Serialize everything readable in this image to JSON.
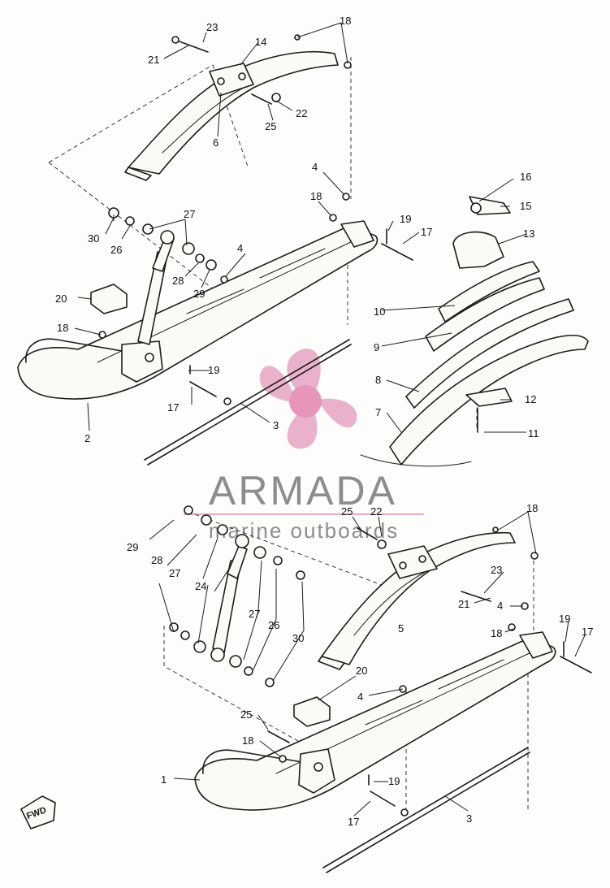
{
  "watermark": {
    "brand": "ARMADA",
    "tagline": "marine outboards",
    "logo_color": "#e7a9c6",
    "logo_center_color": "#e58ab5",
    "text_color": "#8d8d8d"
  },
  "direction_marker": "FWD",
  "callouts": {
    "n1": "1",
    "n2": "2",
    "n3": "3",
    "n4": "4",
    "n5": "5",
    "n6": "6",
    "n7": "7",
    "n8": "8",
    "n9": "9",
    "n10": "10",
    "n11": "11",
    "n12": "12",
    "n13": "13",
    "n14": "14",
    "n15": "15",
    "n16": "16",
    "n17": "17",
    "n18": "18",
    "n19": "19",
    "n20": "20",
    "n21": "21",
    "n22": "22",
    "n23": "23",
    "n24": "24",
    "n25": "25",
    "n26": "26",
    "n27": "27",
    "n28": "28",
    "n29": "29",
    "n30": "30"
  }
}
